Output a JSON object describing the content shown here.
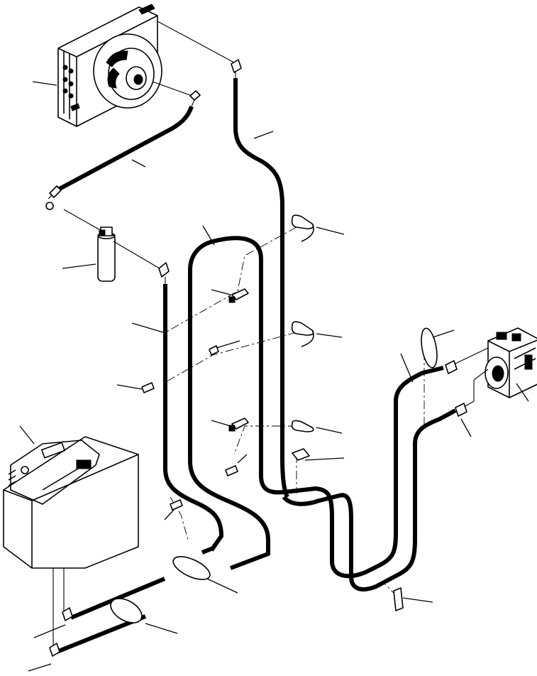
{
  "diagram": {
    "components": [
      {
        "id": "condenser",
        "icon": "condenser-fan-unit-icon"
      },
      {
        "id": "receiver-drier",
        "icon": "receiver-drier-cylinder-icon"
      },
      {
        "id": "compressor",
        "icon": "ac-compressor-icon"
      },
      {
        "id": "evaporator-unit",
        "icon": "evaporator-box-icon"
      }
    ],
    "hoses": [
      {
        "id": "condenser-to-drier-hose"
      },
      {
        "id": "condenser-discharge-hose"
      },
      {
        "id": "drier-to-evaporator-hose"
      },
      {
        "id": "suction-hose"
      },
      {
        "id": "compressor-discharge-hose"
      },
      {
        "id": "compressor-suction-hose"
      }
    ],
    "fasteners": [
      {
        "id": "clamp",
        "icon": "hose-clamp-icon",
        "count": 4
      },
      {
        "id": "clip",
        "icon": "hose-clip-icon",
        "count": 7
      },
      {
        "id": "strap",
        "icon": "hose-strap-icon",
        "count": 3
      }
    ],
    "callout_leader_count": 27
  }
}
